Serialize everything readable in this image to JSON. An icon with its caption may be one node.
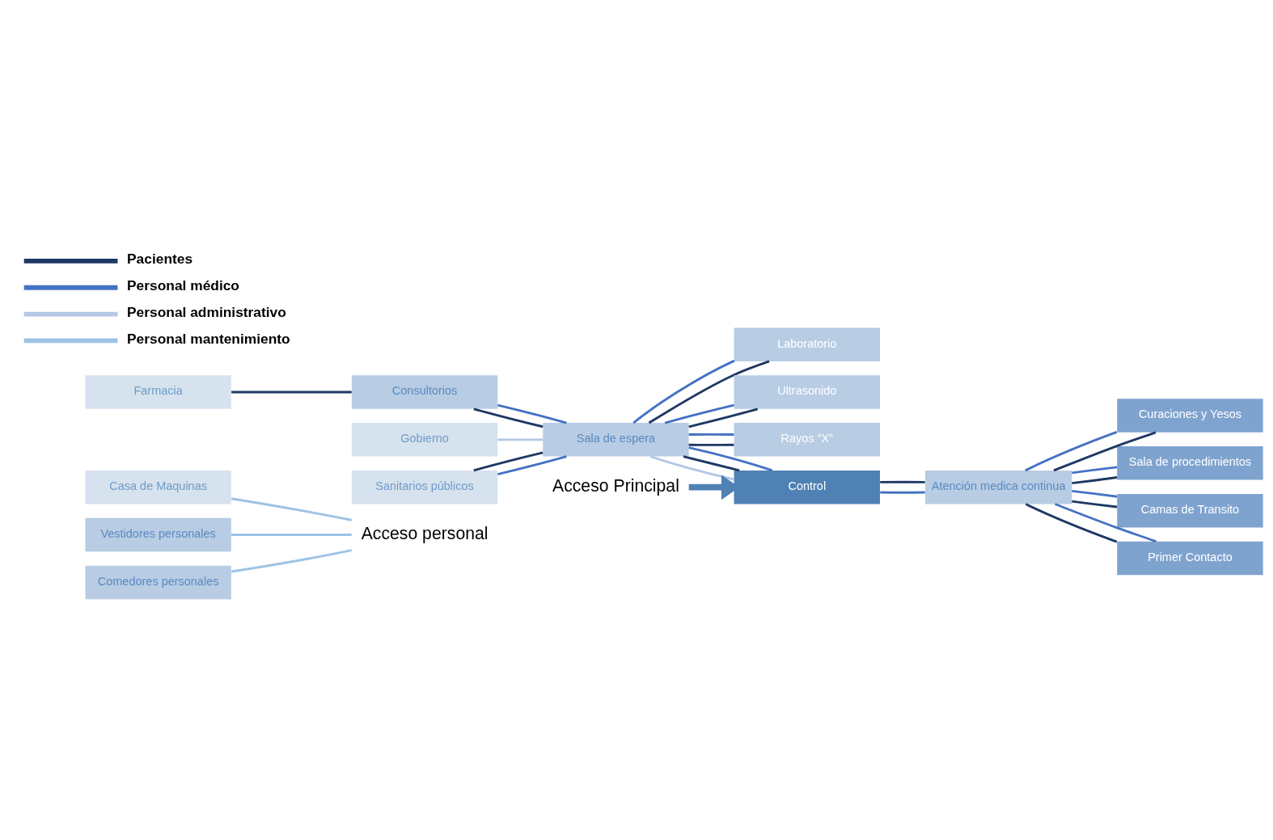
{
  "diagram": {
    "nodes": [
      {
        "text": [
          "Casa de Maquinas"
        ]
      },
      {
        "text": [
          "Vestidores personales"
        ]
      },
      {
        "text": [
          "Comedores personales"
        ]
      },
      {
        "text": [
          "Acceso personal"
        ]
      },
      {
        "text": [
          "Farmacia"
        ]
      },
      {
        "text": [
          "Consultorios"
        ]
      },
      {
        "text": [
          "Gobierno"
        ]
      },
      {
        "text": [
          "Sanitarios públicos"
        ]
      },
      {
        "text": [
          "Sala de espera"
        ]
      },
      {
        "text": [
          "Laboratorio"
        ]
      },
      {
        "text": [
          "Ultrasonido"
        ]
      },
      {
        "text": [
          "Rayos “X”"
        ]
      },
      {
        "text": [
          "Curaciones y Yesos"
        ]
      },
      {
        "text": [
          "Sala de procedimientos"
        ]
      },
      {
        "text": [
          "Camas de Transito"
        ]
      },
      {
        "text": [
          "Primer Contacto"
        ]
      },
      {
        "text": [
          "Control"
        ]
      },
      {
        "text": [
          "Atención medica continua"
        ]
      },
      {
        "text": [
          "Acceso Principal"
        ]
      }
    ],
    "edges": [
      {
        "from": 0,
        "to": 3,
        "arrow": "none",
        "color": "#9dc3e6"
      },
      {
        "from": 1,
        "to": 3,
        "arrow": "none",
        "color": "#9dc3e6"
      },
      {
        "from": 2,
        "to": 3,
        "arrow": "none",
        "color": "#9dc3e6"
      },
      {
        "from": 4,
        "to": 5,
        "arrow": "none",
        "color": "#1f3864"
      },
      {
        "from": 5,
        "to": 8,
        "arrow": "none",
        "color": "#1f3864"
      },
      {
        "from": 5,
        "to": 8,
        "arrow": "none",
        "color": "#4472c4"
      },
      {
        "from": 6,
        "to": 8,
        "arrow": "none",
        "color": "#b4c7e7"
      },
      {
        "from": 7,
        "to": 8,
        "arrow": "none",
        "color": "#4472c4"
      },
      {
        "from": 7,
        "to": 8,
        "arrow": "none",
        "color": "#1f3864"
      },
      {
        "from": 8,
        "to": 9,
        "arrow": "none",
        "color": "#1f3864"
      },
      {
        "from": 8,
        "to": 10,
        "arrow": "none",
        "color": "#1f3864"
      },
      {
        "from": 8,
        "to": 11,
        "arrow": "none",
        "color": "#1f3864"
      },
      {
        "from": 8,
        "to": 9,
        "arrow": "none",
        "color": "#4472c4"
      },
      {
        "from": 8,
        "to": 10,
        "arrow": "none",
        "color": "#4472c4"
      },
      {
        "from": 8,
        "to": 11,
        "arrow": "none",
        "color": "#4472c4"
      },
      {
        "from": 8,
        "to": 16,
        "arrow": "none",
        "color": "#b4c7e7"
      },
      {
        "from": 8,
        "to": 16,
        "arrow": "none",
        "color": "#1f3864"
      },
      {
        "from": 8,
        "to": 16,
        "arrow": "none",
        "color": "#4472c4"
      },
      {
        "from": 16,
        "to": 17,
        "arrow": "none",
        "color": "#4472c4"
      },
      {
        "from": 16,
        "to": 17,
        "arrow": "none",
        "color": "#1f3864"
      },
      {
        "from": 17,
        "to": 12,
        "arrow": "none",
        "color": "#1f3864"
      },
      {
        "from": 17,
        "to": 13,
        "arrow": "none",
        "color": "#1f3864"
      },
      {
        "from": 17,
        "to": 14,
        "arrow": "none",
        "color": "#1f3864"
      },
      {
        "from": 17,
        "to": 15,
        "arrow": "none",
        "color": "#1f3864"
      },
      {
        "from": 17,
        "to": 12,
        "arrow": "none",
        "color": "#4472c4"
      },
      {
        "from": 17,
        "to": 13,
        "arrow": "none",
        "color": "#4472c4"
      },
      {
        "from": 17,
        "to": 14,
        "arrow": "none",
        "color": "#4472c4"
      },
      {
        "from": 17,
        "to": 15,
        "arrow": "none",
        "color": "#4472c4"
      },
      {
        "from": 18,
        "to": 16,
        "arrow": "to",
        "style": "thick",
        "color": "#4f81b5"
      }
    ],
    "legend": [
      {
        "text": "Pacientes",
        "color": "#1f3864"
      },
      {
        "text": "Personal médico",
        "color": "#4472c4"
      },
      {
        "text": "Personal administrativo",
        "color": "#b4c7e7"
      },
      {
        "text": "Personal mantenimiento",
        "color": "#9dc3e6"
      }
    ]
  }
}
